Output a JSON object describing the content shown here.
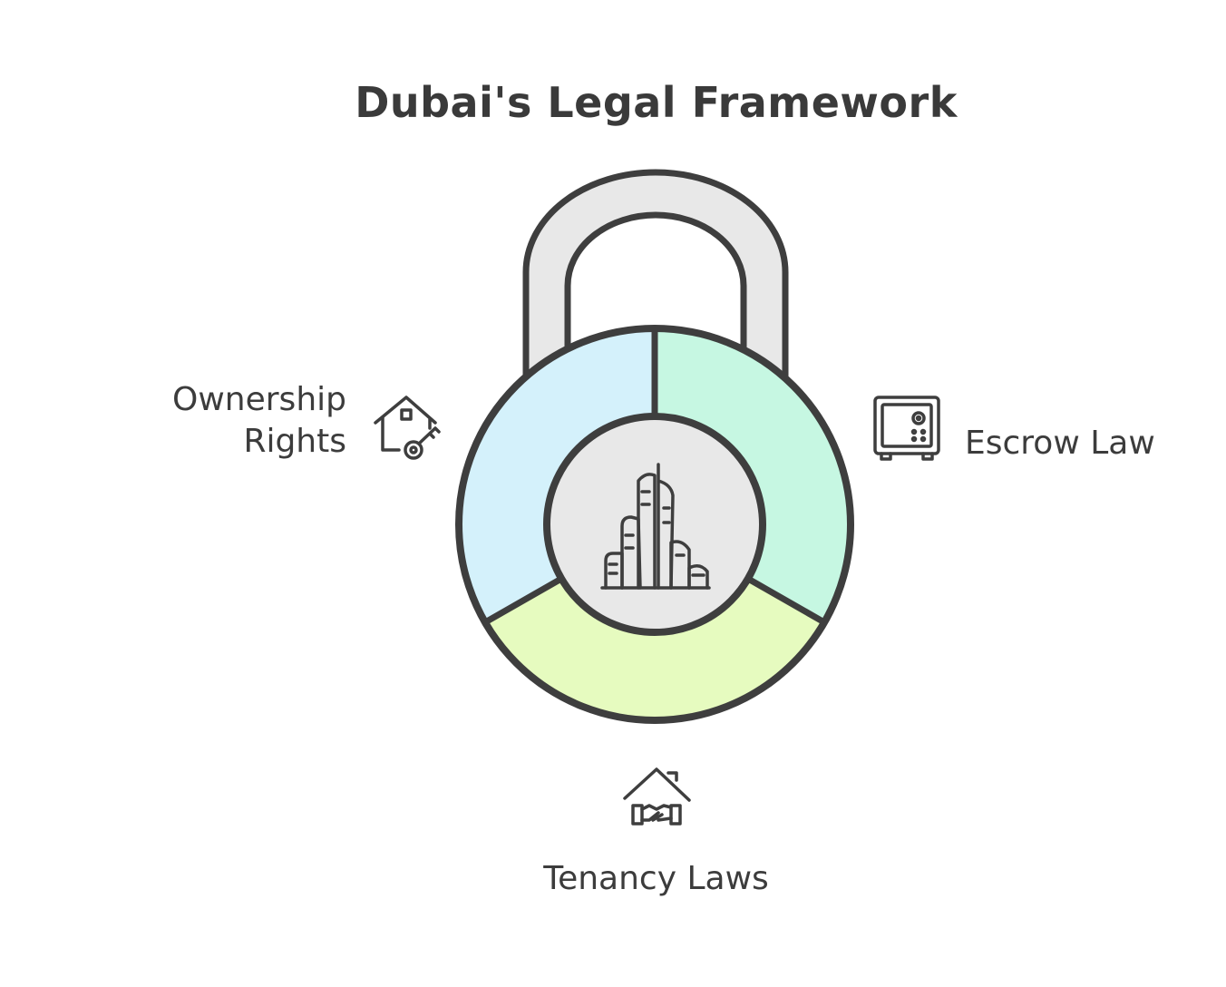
{
  "title": "Dubai's Legal Framework",
  "segments": [
    {
      "label_lines": [
        "Ownership",
        "Rights"
      ],
      "icon": "house-key-icon",
      "color": "#d4f1fb"
    },
    {
      "label_lines": [
        "Escrow Law"
      ],
      "icon": "safe-icon",
      "color": "#c6f7e2"
    },
    {
      "label_lines": [
        "Tenancy Laws"
      ],
      "icon": "house-handshake-icon",
      "color": "#e6fbbf"
    }
  ],
  "center_icon": "skyscrapers-icon",
  "lock_icon": "padlock-shackle",
  "colors": {
    "outline": "#3e3e3e",
    "shackle_fill": "#e8e8e8",
    "center_fill": "#e8e8e8"
  }
}
